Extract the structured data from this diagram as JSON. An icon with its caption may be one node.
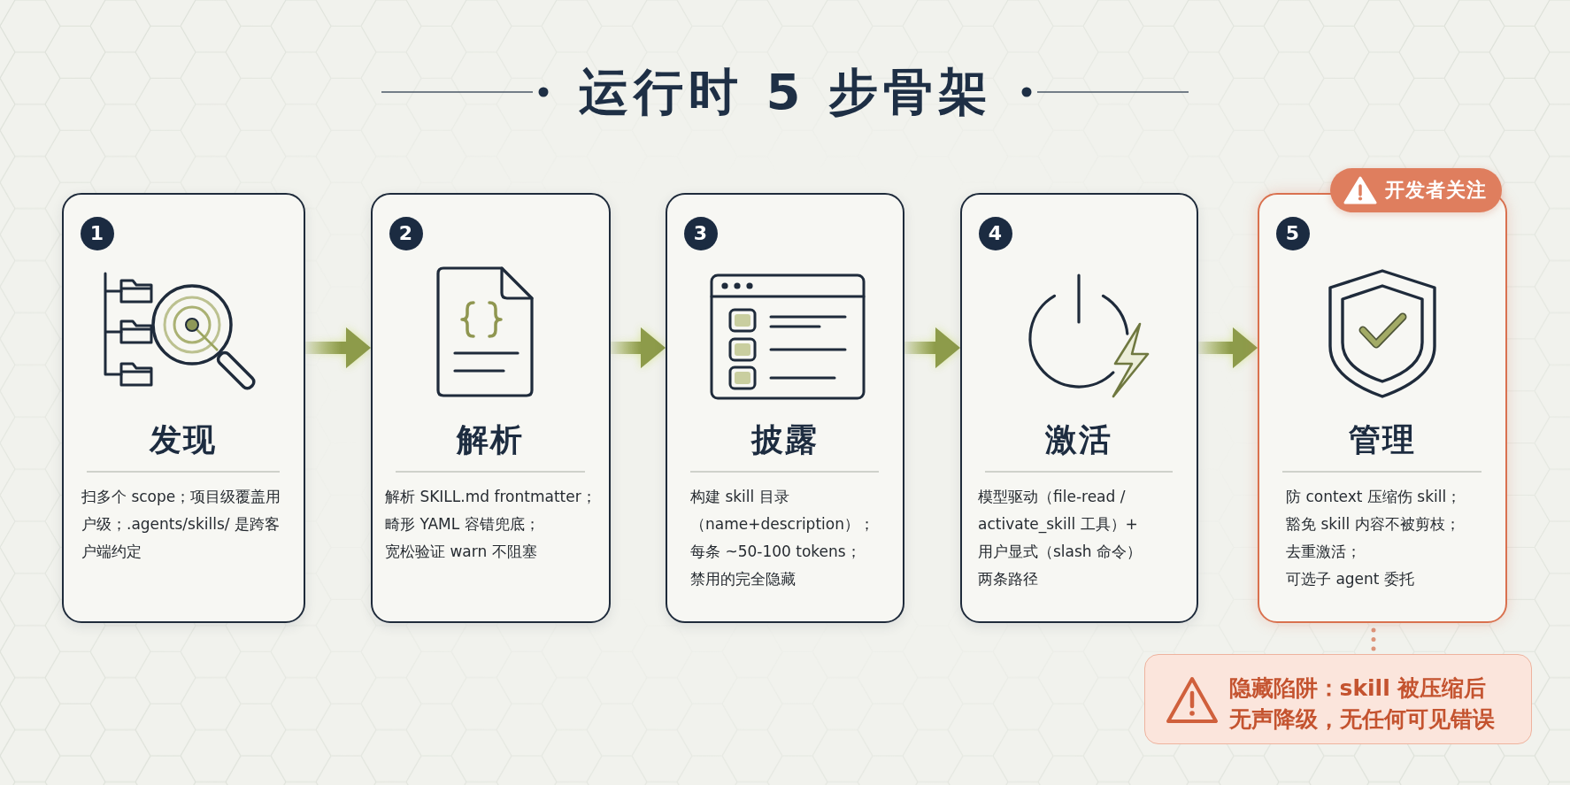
{
  "diagram": {
    "title": "运行时 5 步骨架",
    "nodes": [
      {
        "text": [
          "1",
          "发现",
          "扫多个 scope；项目级覆盖用户级；.agents/skills/ 是跨客户端约定"
        ]
      },
      {
        "text": [
          "2",
          "解析",
          "解析 SKILL.md frontmatter；",
          "畸形 YAML 容错兜底；",
          "宽松验证 warn 不阻塞"
        ]
      },
      {
        "text": [
          "3",
          "披露",
          "构建 skill 目录（name+description）；每条 ~50-100 tokens；禁用的完全隐藏"
        ]
      },
      {
        "text": [
          "4",
          "激活",
          "模型驱动（file-read / activate_skill 工具）+ 用户显式（slash 命令）两条路径"
        ]
      },
      {
        "text": [
          "5",
          "管理",
          "防 context 压缩伤 skill；",
          "豁免 skill 内容不被剪枝；",
          "去重激活；",
          "可选子 agent 委托"
        ]
      },
      {
        "text": [
          "开发者关注"
        ]
      },
      {
        "text": [
          "隐藏陷阱：skill 被压缩后无声降级，无任何可见错误"
        ]
      }
    ],
    "edges": [
      {
        "from": 0,
        "to": 1,
        "arrow": "to"
      },
      {
        "from": 1,
        "to": 2,
        "arrow": "to"
      },
      {
        "from": 2,
        "to": 3,
        "arrow": "to"
      },
      {
        "from": 3,
        "to": 4,
        "arrow": "to"
      },
      {
        "from": 4,
        "to": 6,
        "arrow": "none",
        "style": "dashed",
        "color": "#dc9479"
      }
    ]
  }
}
